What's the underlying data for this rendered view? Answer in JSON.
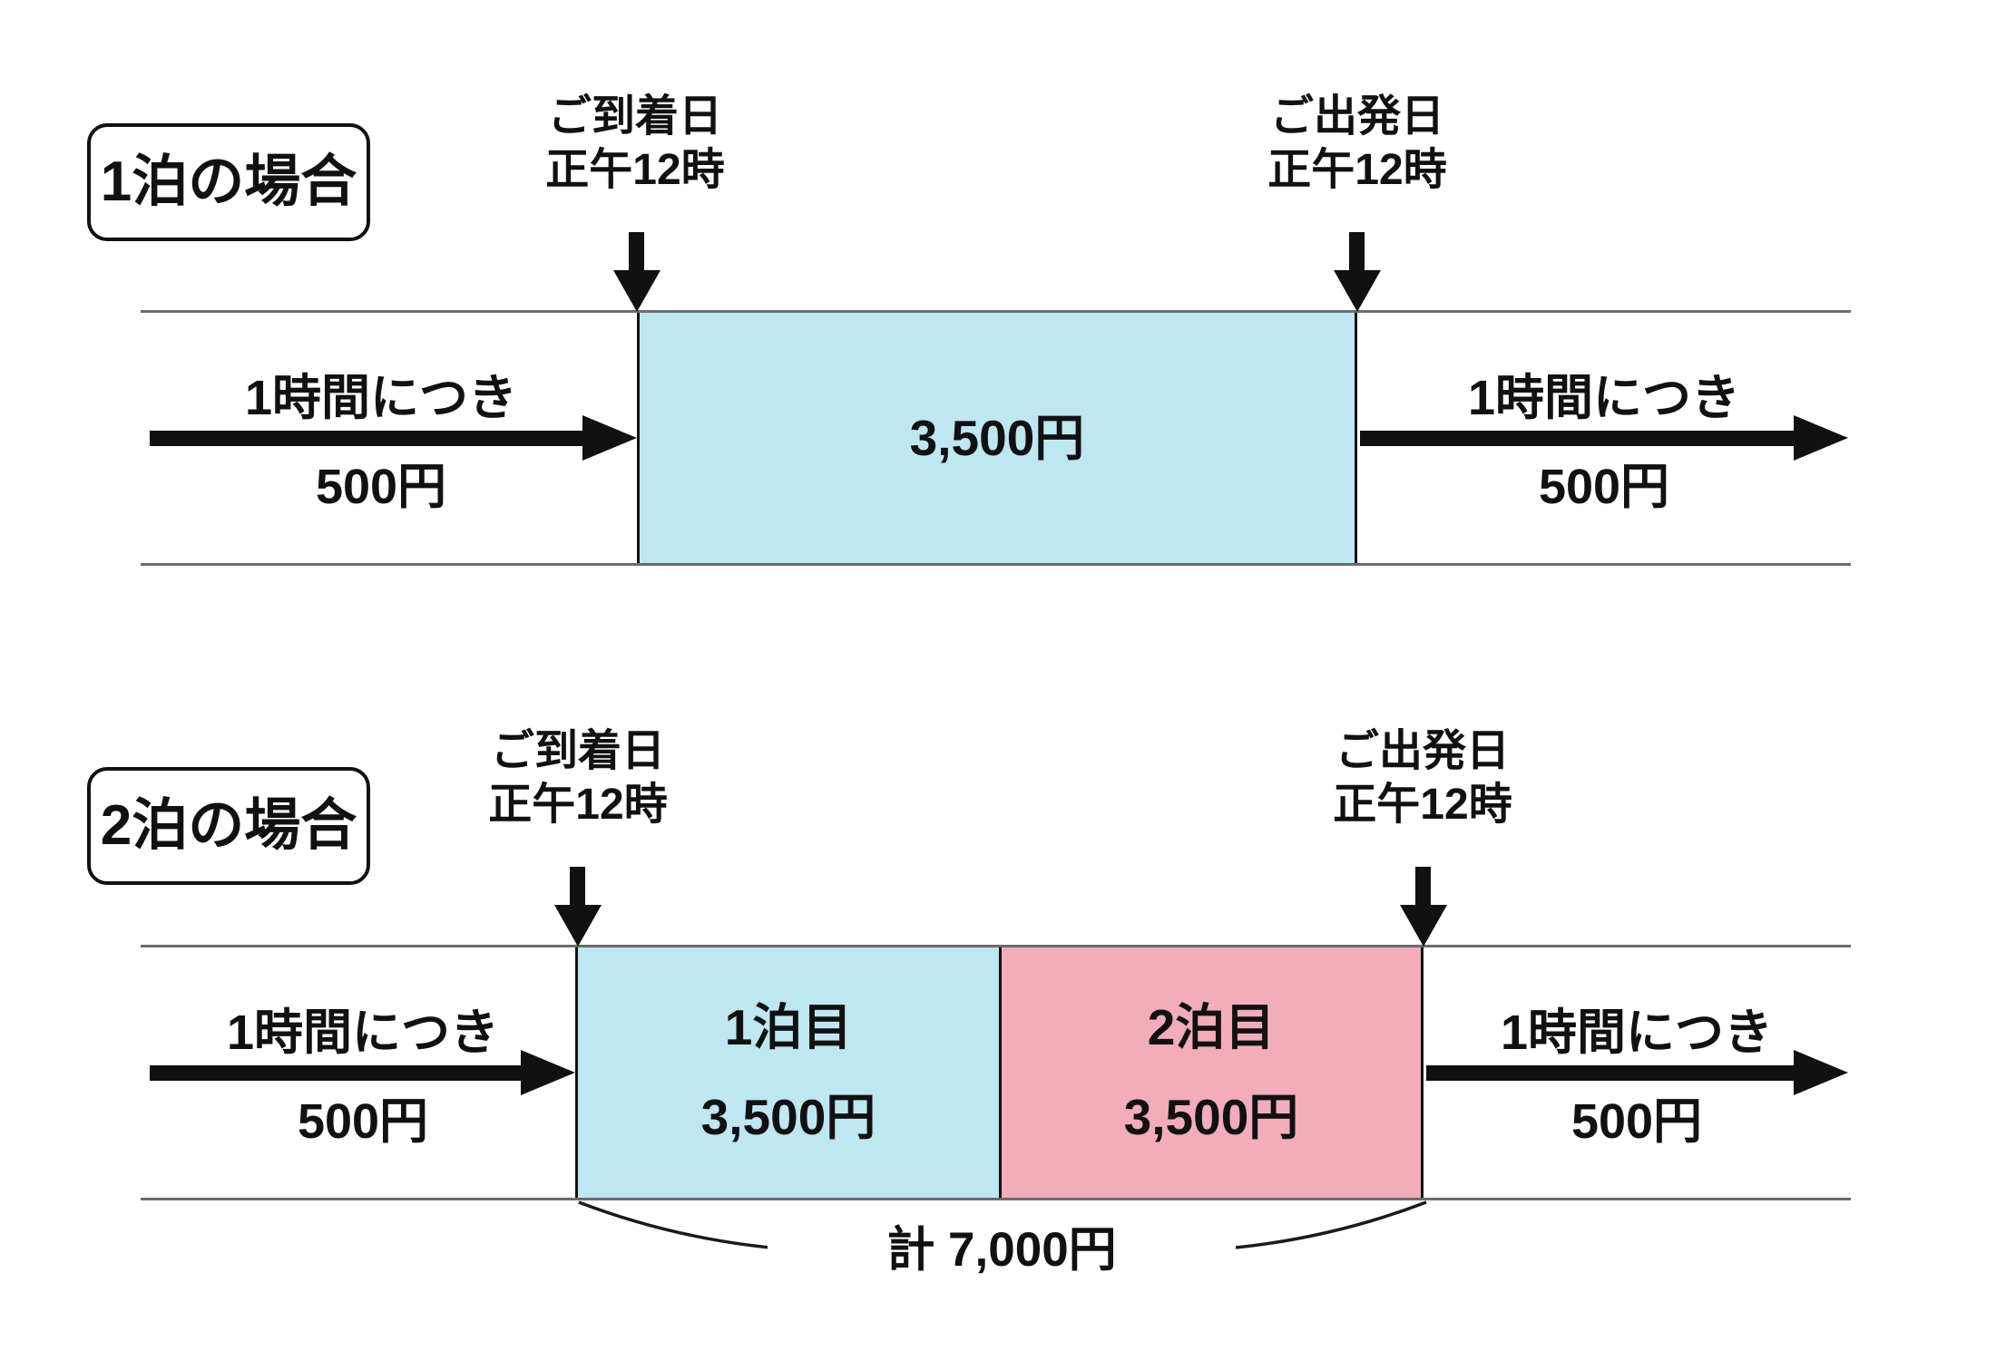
{
  "colors": {
    "night1_fill": "#BEE7F2",
    "night2_fill": "#F3ACBA",
    "ink": "#111111",
    "timeline": "#6b6b6b"
  },
  "labels": {
    "arrival": {
      "line1": "ご到着日",
      "line2": "正午12時"
    },
    "departure": {
      "line1": "ご出発日",
      "line2": "正午12時"
    },
    "hourly": {
      "line1": "1時間につき",
      "line2": "500円"
    }
  },
  "section1": {
    "case_label": "1泊の場合",
    "stay_price": "3,500円"
  },
  "section2": {
    "case_label": "2泊の場合",
    "night1_label": "1泊目",
    "night1_price": "3,500円",
    "night2_label": "2泊目",
    "night2_price": "3,500円",
    "total": "計 7,000円"
  }
}
